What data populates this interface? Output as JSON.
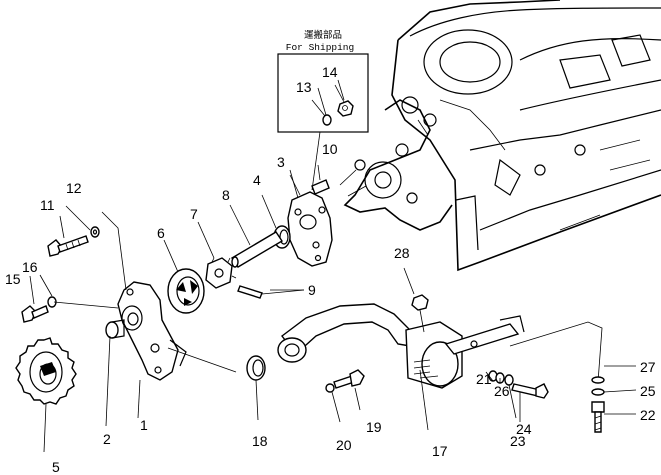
{
  "shipping_box": {
    "title_jp": "運搬部品",
    "title_en": "For Shipping"
  },
  "callouts": {
    "c1": "1",
    "c2": "2",
    "c3": "3",
    "c4": "4",
    "c5": "5",
    "c6": "6",
    "c7": "7",
    "c8": "8",
    "c9": "9",
    "c10": "10",
    "c11": "11",
    "c12": "12",
    "c13": "13",
    "c14": "14",
    "c15": "15",
    "c16": "16",
    "c17": "17",
    "c18": "18",
    "c19": "19",
    "c20": "20",
    "c21": "21",
    "c22": "22",
    "c23": "23",
    "c24": "24",
    "c25": "25",
    "c26": "26",
    "c27": "27",
    "c28": "28"
  }
}
